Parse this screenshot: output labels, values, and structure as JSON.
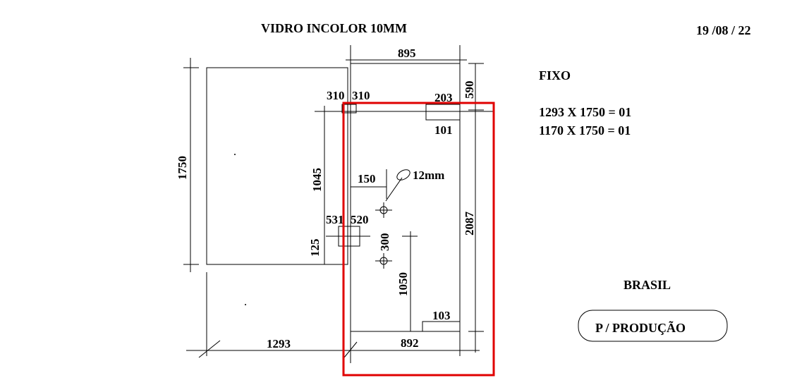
{
  "title": "VIDRO INCOLOR 10MM",
  "date": "19 /08 / 22",
  "spec": {
    "label": "FIXO",
    "lines": [
      "1293 X 1750 = 01",
      "1170 X 1750 = 01"
    ]
  },
  "country": "BRASIL",
  "stamp": "P / PRODUÇÃO",
  "dims": {
    "top_width": "895",
    "left_height": "1750",
    "top_right": "590",
    "notch_left_a": "310",
    "notch_left_b": "310",
    "notch_right_w": "203",
    "notch_right_h": "101",
    "left_inner": "1045",
    "hole_offset": "150",
    "hole_diameter": "12mm",
    "hinge_a": "531",
    "hinge_b": "520",
    "hinge_low": "125",
    "hole_spacing": "300",
    "right_height": "2087",
    "hole_base": "1050",
    "bottom_notch": "103",
    "bottom_left": "1293",
    "bottom_right": "892"
  },
  "colors": {
    "highlight": "#e00000",
    "ink": "#000000"
  }
}
